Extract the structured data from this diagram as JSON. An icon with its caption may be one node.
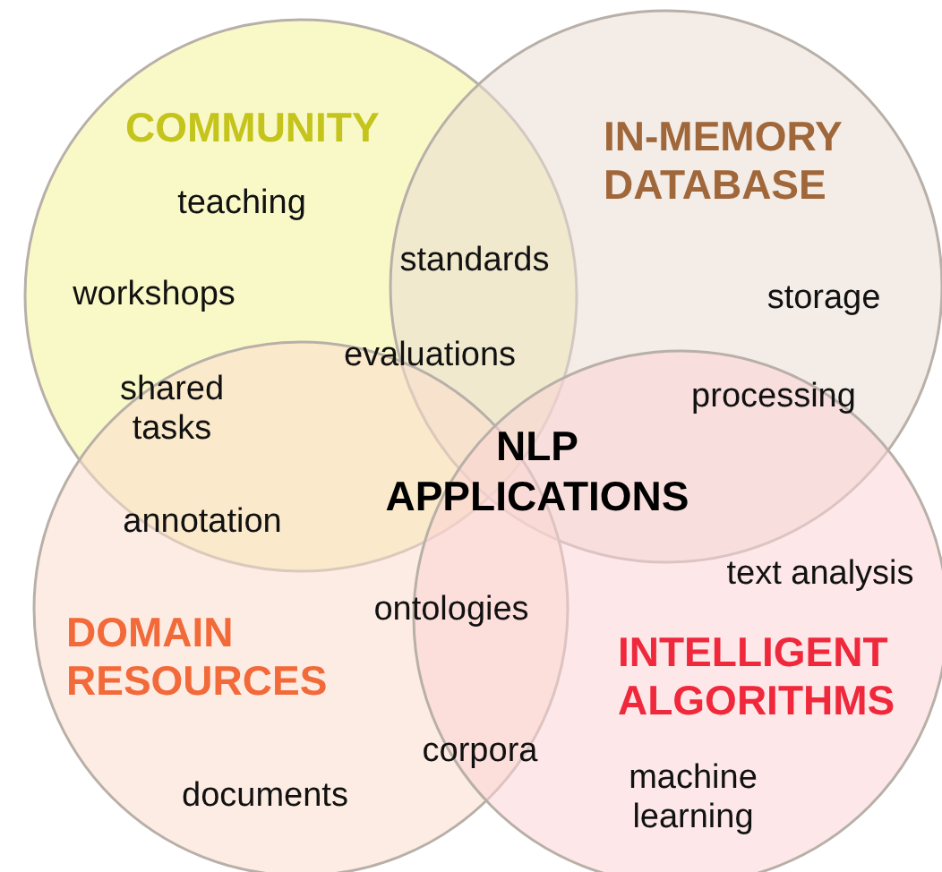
{
  "diagram": {
    "nodes": [
      {
        "text": [
          "COMMUNITY"
        ]
      },
      {
        "text": [
          "IN-MEMORY DATABASE"
        ]
      },
      {
        "text": [
          "DOMAIN RESOURCES"
        ]
      },
      {
        "text": [
          "INTELLIGENT ALGORITHMS"
        ]
      }
    ],
    "edges": [],
    "labels": [
      "teaching",
      "standards",
      "workshops",
      "evaluations",
      "shared tasks",
      "processing",
      "storage",
      "NLP APPLICATIONS",
      "annotation",
      "text analysis",
      "ontologies",
      "corpora",
      "machine learning",
      "documents"
    ]
  }
}
